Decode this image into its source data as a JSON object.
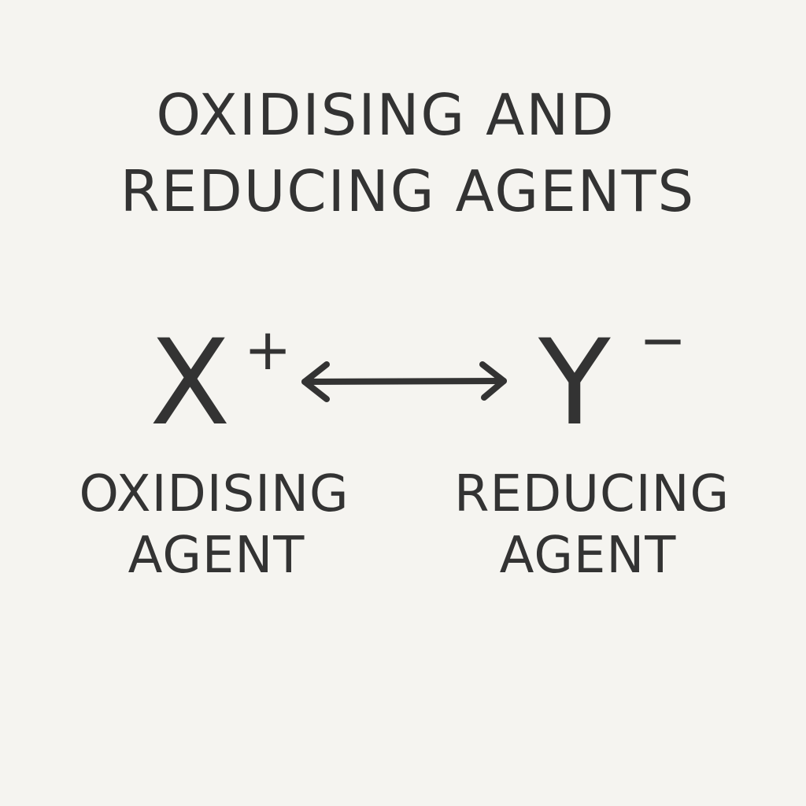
{
  "title": {
    "line1": "OXIDISING AND",
    "line2": "REDUCING AGENTS"
  },
  "left": {
    "symbol": "X",
    "charge": "+",
    "label_line1": "OXIDISING",
    "label_line2": "AGENT"
  },
  "right": {
    "symbol": "Y",
    "charge": "−",
    "label_line1": "REDUCING",
    "label_line2": "AGENT"
  },
  "arrow": {
    "icon": "double-headed-arrow-icon"
  },
  "colors": {
    "ink": "#333333",
    "background": "#f5f4f0"
  }
}
